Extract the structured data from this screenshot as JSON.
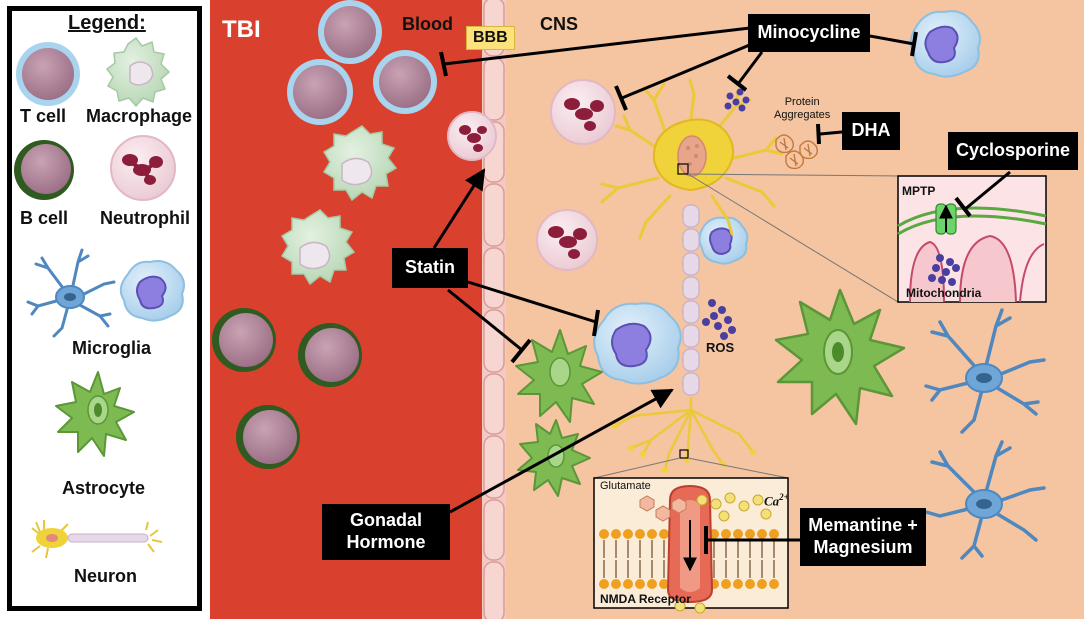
{
  "legend": {
    "title": "Legend:",
    "items": [
      "T cell",
      "Macrophage",
      "B cell",
      "Neutrophil",
      "Microglia",
      "Astrocyte",
      "Neuron"
    ]
  },
  "regions": {
    "tbi": "TBI",
    "blood": "Blood",
    "bbb": "BBB",
    "cns": "CNS"
  },
  "drugs": {
    "minocycline": "Minocycline",
    "dha": "DHA",
    "cyclosporine": "Cyclosporine",
    "statin": "Statin",
    "gonadal_line1": "Gonadal",
    "gonadal_line2": "Hormone",
    "memantine_line1": "Memantine +",
    "memantine_line2": "Magnesium"
  },
  "annotations": {
    "protein_line1": "Protein",
    "protein_line2": "Aggregates",
    "ros": "ROS",
    "mptp": "MPTP",
    "mitochondria": "Mitochondria",
    "glutamate": "Glutamate",
    "calcium": "Ca",
    "calcium_charge": "2+",
    "nmda": "NMDA Receptor"
  },
  "colors": {
    "tbi_red": "#d9402e",
    "cns_peach": "#f5c4a0",
    "bbb_wall": "#f3c9c4",
    "tcell_body": "#b08298",
    "tcell_rim": "#a8d4ee",
    "bcell_rim": "#2f5a20",
    "macrophage": "#cfe6cf",
    "neutrophil_body": "#f4dde4",
    "neutrophil_nucleus": "#8c1e3c",
    "microglia": "#6fa6d8",
    "astrocyte": "#7dbb52",
    "neuron_yellow": "#f0d23a",
    "receptor": "#e66a55",
    "lipid_head": "#f0a020"
  }
}
